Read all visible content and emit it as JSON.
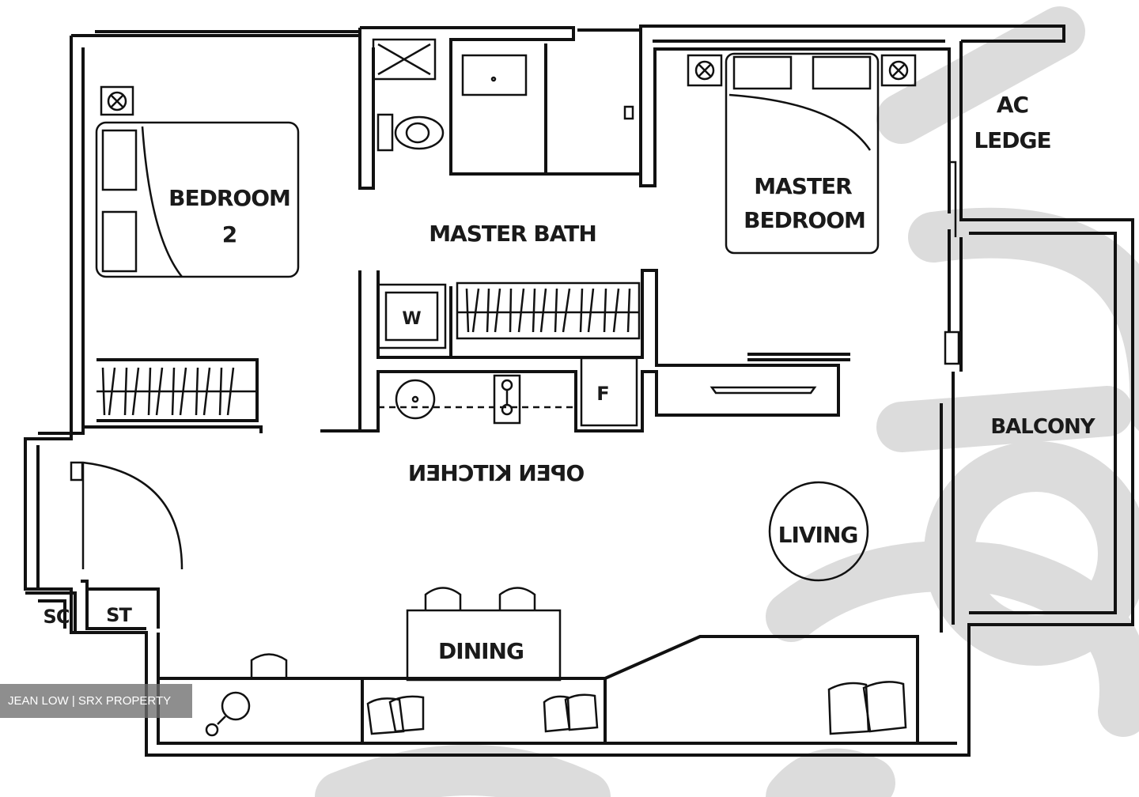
{
  "rooms": {
    "bedroom2_line1": "BEDROOM",
    "bedroom2_line2": "2",
    "master_bath": "MASTER BATH",
    "master_bedroom_line1": "MASTER",
    "master_bedroom_line2": "BEDROOM",
    "ac_ledge_line1": "AC",
    "ac_ledge_line2": "LEDGE",
    "balcony": "BALCONY",
    "kitchen": "OPEN KITCHEN",
    "living": "LIVING",
    "dining": "DINING",
    "shelter": "SC",
    "store": "ST"
  },
  "fixtures": {
    "washer": "W",
    "fridge": "F"
  },
  "credit": "JEAN LOW | SRX PROPERTY",
  "colors": {
    "wall": "#111111",
    "watermark": "#d9d9d9",
    "credit_bg": "#6e6e6e"
  }
}
